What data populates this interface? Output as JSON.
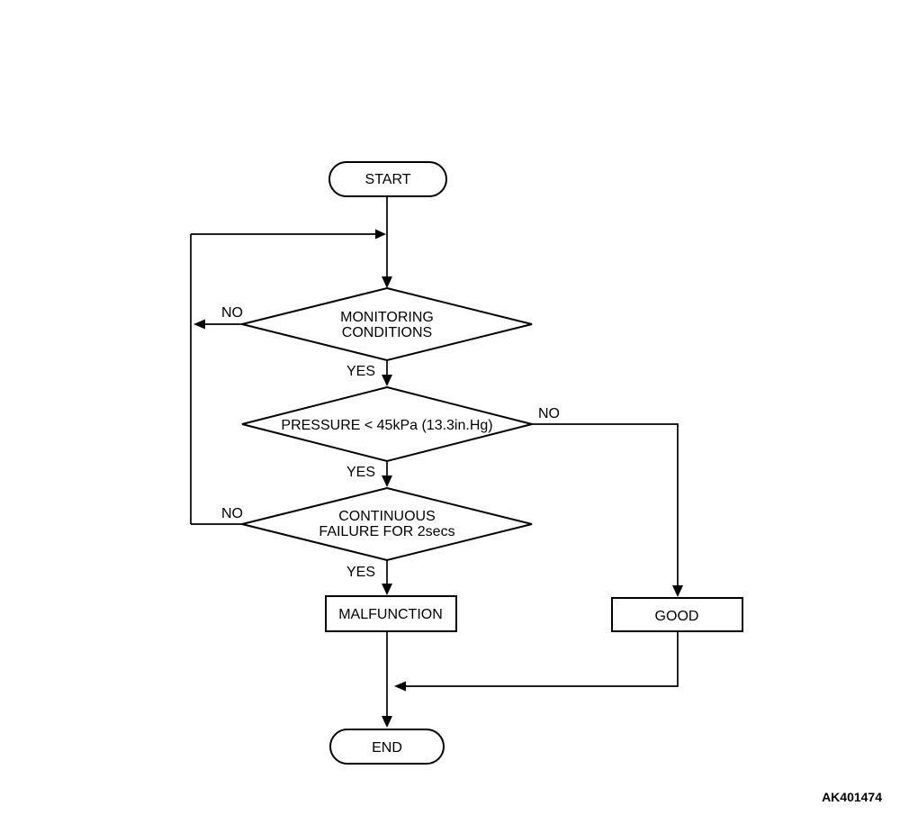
{
  "diagram": {
    "type": "flowchart",
    "nodes": {
      "start": {
        "label": "START",
        "shape": "terminator"
      },
      "monitoring": {
        "line1": "MONITORING",
        "line2": "CONDITIONS",
        "shape": "decision"
      },
      "pressure": {
        "label": "PRESSURE < 45kPa (13.3in.Hg)",
        "shape": "decision"
      },
      "continuous": {
        "line1": "CONTINUOUS",
        "line2": "FAILURE FOR 2secs",
        "shape": "decision"
      },
      "malfunction": {
        "label": "MALFUNCTION",
        "shape": "process"
      },
      "good": {
        "label": "GOOD",
        "shape": "process"
      },
      "end": {
        "label": "END",
        "shape": "terminator"
      }
    },
    "edge_labels": {
      "monitoring_no": "NO",
      "monitoring_yes": "YES",
      "pressure_no": "NO",
      "pressure_yes": "YES",
      "continuous_no": "NO",
      "continuous_yes": "YES"
    },
    "figure_id": "AK401474",
    "colors": {
      "line": "#000000",
      "background": "#ffffff",
      "text": "#000000"
    }
  }
}
